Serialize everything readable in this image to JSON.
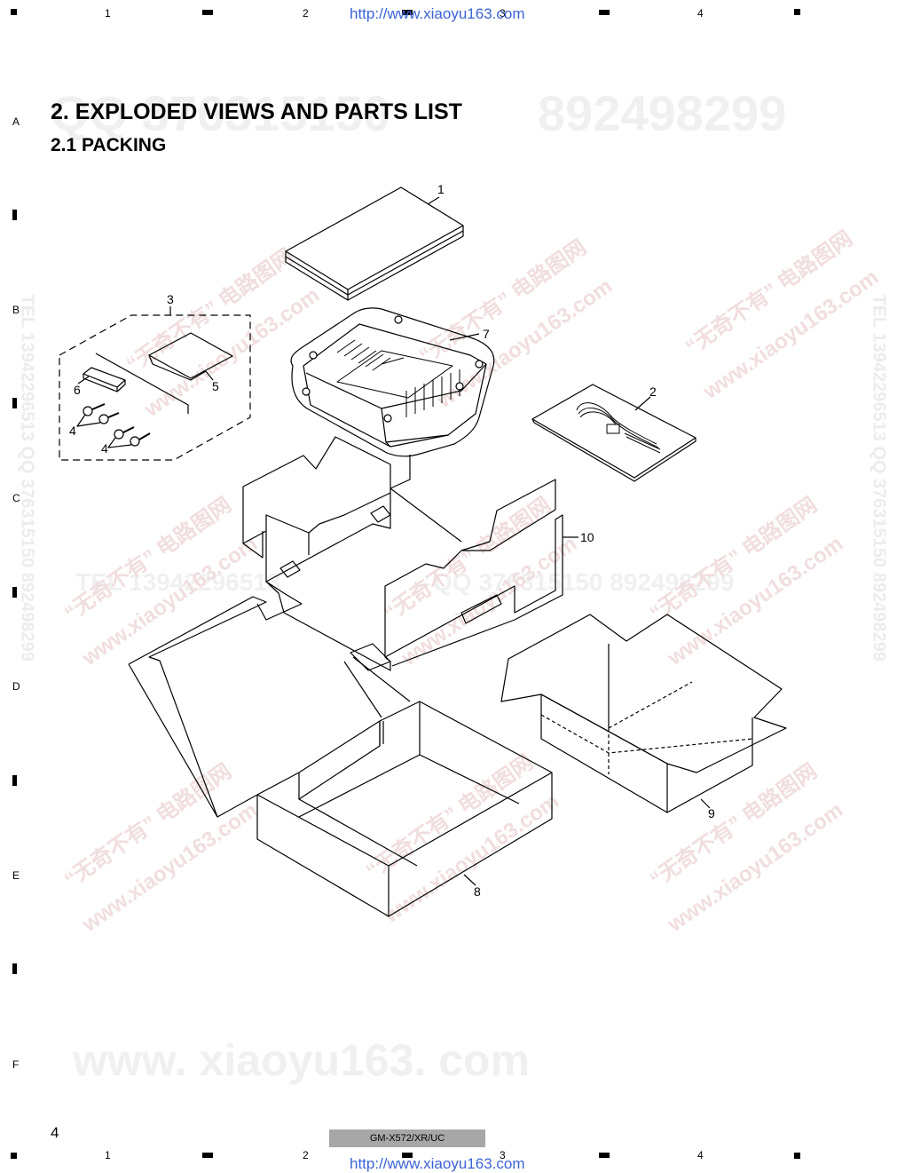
{
  "header": {
    "url": "http://www.xiaoyu163.com",
    "columns": [
      "1",
      "2",
      "3",
      "4"
    ]
  },
  "rows": [
    "A",
    "B",
    "C",
    "D",
    "E",
    "F"
  ],
  "title": "2. EXPLODED VIEWS AND PARTS LIST",
  "subtitle": "2.1 PACKING",
  "diagram": {
    "callouts": [
      "1",
      "2",
      "3",
      "4",
      "4",
      "5",
      "6",
      "7",
      "8",
      "9",
      "10"
    ]
  },
  "watermarks": {
    "top_right_numbers": "892498299",
    "top_left_ghost": "QQ 376315150",
    "tel_line": "TEL 13942296513",
    "qq_line": "QQ 376315150  892498299",
    "big_url": "www. xiaoyu163. com",
    "cn_text": "“无奇不有” 电路图网",
    "small_url": "www.xiaoyu163.com",
    "side_text": "TEL 13942296513  QQ 376315150  892498299"
  },
  "footer": {
    "page_number": "4",
    "model": "GM-X572/XR/UC",
    "url": "http://www.xiaoyu163.com"
  }
}
